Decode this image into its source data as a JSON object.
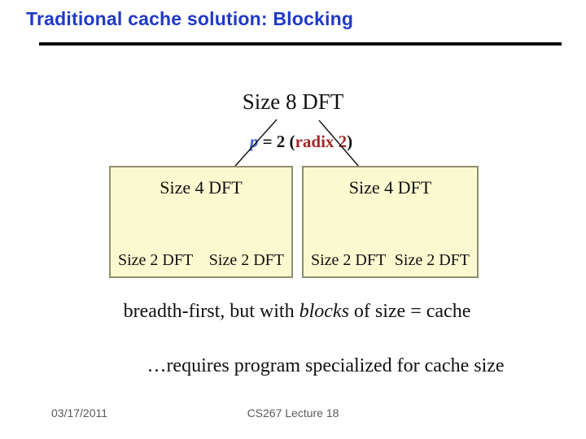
{
  "slide": {
    "title": "Traditional cache solution: Blocking",
    "diagram": {
      "root_label": "Size 8 DFT",
      "radix_note": {
        "p_var": "p",
        "equals": " = 2 (",
        "radix": "radix 2",
        "close": ")"
      },
      "blocks": [
        {
          "parent": "Size 4 DFT",
          "children": [
            "Size 2 DFT",
            "Size 2 DFT"
          ]
        },
        {
          "parent": "Size 4 DFT",
          "children": [
            "Size 2 DFT",
            "Size 2 DFT"
          ]
        }
      ]
    },
    "notes": [
      {
        "prefix": "breadth-first, but with ",
        "emphasis": "blocks",
        "suffix": " of size = cache"
      },
      {
        "text": "…requires program specialized for cache size"
      }
    ],
    "footer": {
      "date": "03/17/2011",
      "course": "CS267 Lecture 18"
    },
    "colors": {
      "title_blue": "#2039C8",
      "box_fill": "#FBF9CF",
      "box_border": "#8F8F6F",
      "p_blue": "#3C5FD6",
      "radix_red": "#A52A2A",
      "footer_gray": "#5A5A5A",
      "line_black": "#111111"
    }
  }
}
